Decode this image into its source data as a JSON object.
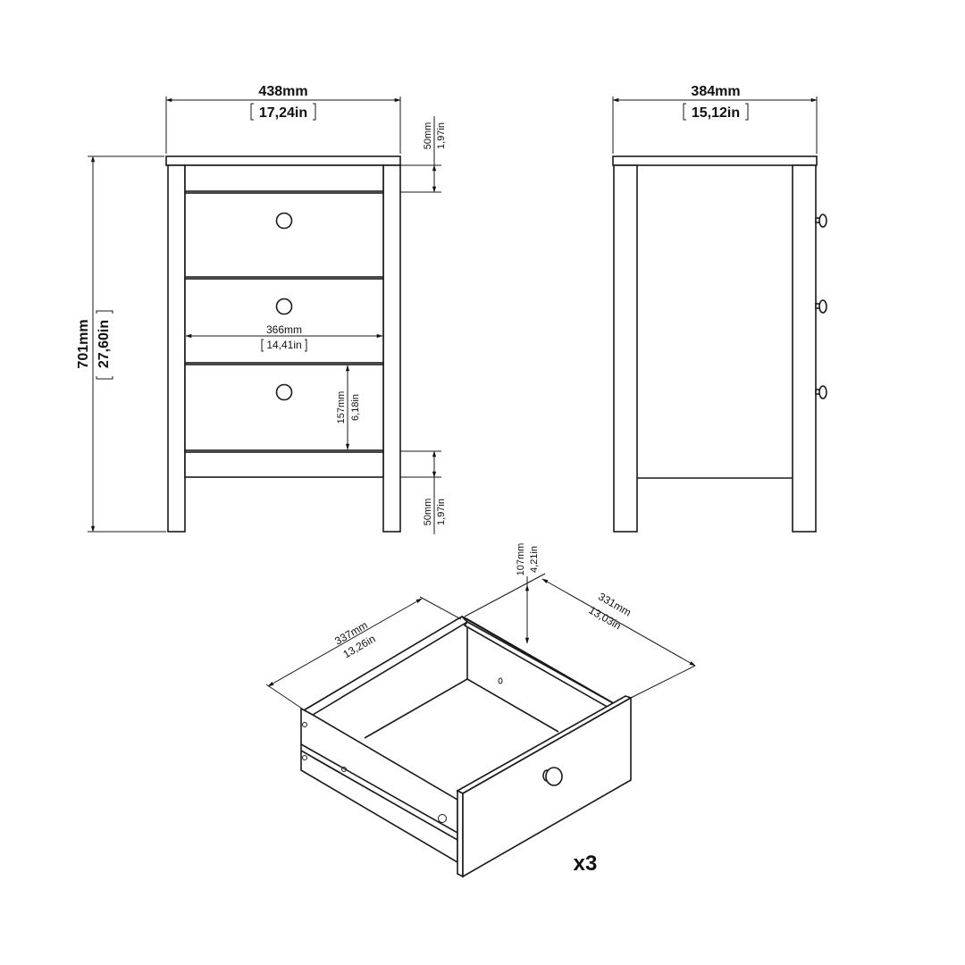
{
  "diagram": {
    "title": "Bedside table dimension drawing",
    "front_view": {
      "width": {
        "mm": "438mm",
        "in": "17,24in"
      },
      "height": {
        "mm": "701mm",
        "in": "27,60in"
      },
      "top_rail": {
        "mm": "50mm",
        "in": "1,97in"
      },
      "bottom_rail": {
        "mm": "50mm",
        "in": "1,97in"
      },
      "drawer_inner_width": {
        "mm": "366mm",
        "in": "14,41in"
      },
      "drawer_front_height": {
        "mm": "157mm",
        "in": "6,18in"
      },
      "drawer_count": 3
    },
    "side_view": {
      "depth": {
        "mm": "384mm",
        "in": "15,12in"
      },
      "knob_count": 3
    },
    "drawer_view": {
      "height": {
        "mm": "107mm",
        "in": "4,21in"
      },
      "depth": {
        "mm": "337mm",
        "in": "13,26in"
      },
      "width": {
        "mm": "331mm",
        "in": "13,03in"
      },
      "quantity_label": "x3"
    }
  }
}
